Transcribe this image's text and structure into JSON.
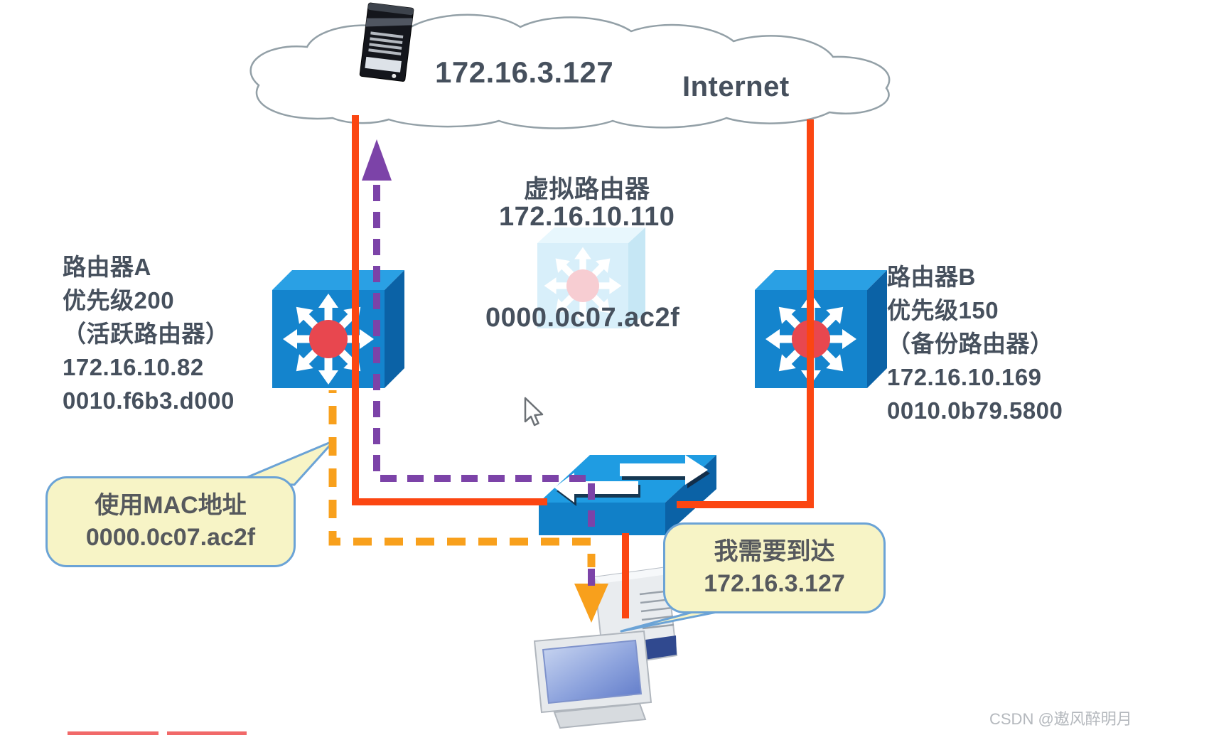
{
  "internet": {
    "label": "Internet",
    "server_ip": "172.16.3.127"
  },
  "virtual_router": {
    "title": "虚拟路由器",
    "ip": "172.16.10.110",
    "mac": "0000.0c07.ac2f"
  },
  "router_a": {
    "name": "路由器A",
    "priority": "优先级200",
    "role": "（活跃路由器）",
    "ip": "172.16.10.82",
    "mac": "0010.f6b3.d000"
  },
  "router_b": {
    "name": "路由器B",
    "priority": "优先级150",
    "role": "（备份路由器）",
    "ip": "172.16.10.169",
    "mac": "0010.0b79.5800"
  },
  "callouts": {
    "mac_note": {
      "line1": "使用MAC地址",
      "line2": "0000.0c07.ac2f"
    },
    "reach_note": {
      "line1": "我需要到达",
      "line2": "172.16.3.127"
    }
  },
  "watermark": "CSDN @遨风醉明月",
  "colors": {
    "uplink_solid_orange": "#fb4612",
    "mac_path_purple": "#7c43a8",
    "traffic_dashed_orange": "#f8a01c",
    "device_blue_front": "#1484cd",
    "device_blue_top": "#2aa0e4",
    "device_blue_side": "#0b62a6",
    "router_center_red": "#e8474f",
    "callout_fill": "#f7f4c6",
    "callout_border": "#6ba3d6",
    "label_text": "#46505d"
  }
}
